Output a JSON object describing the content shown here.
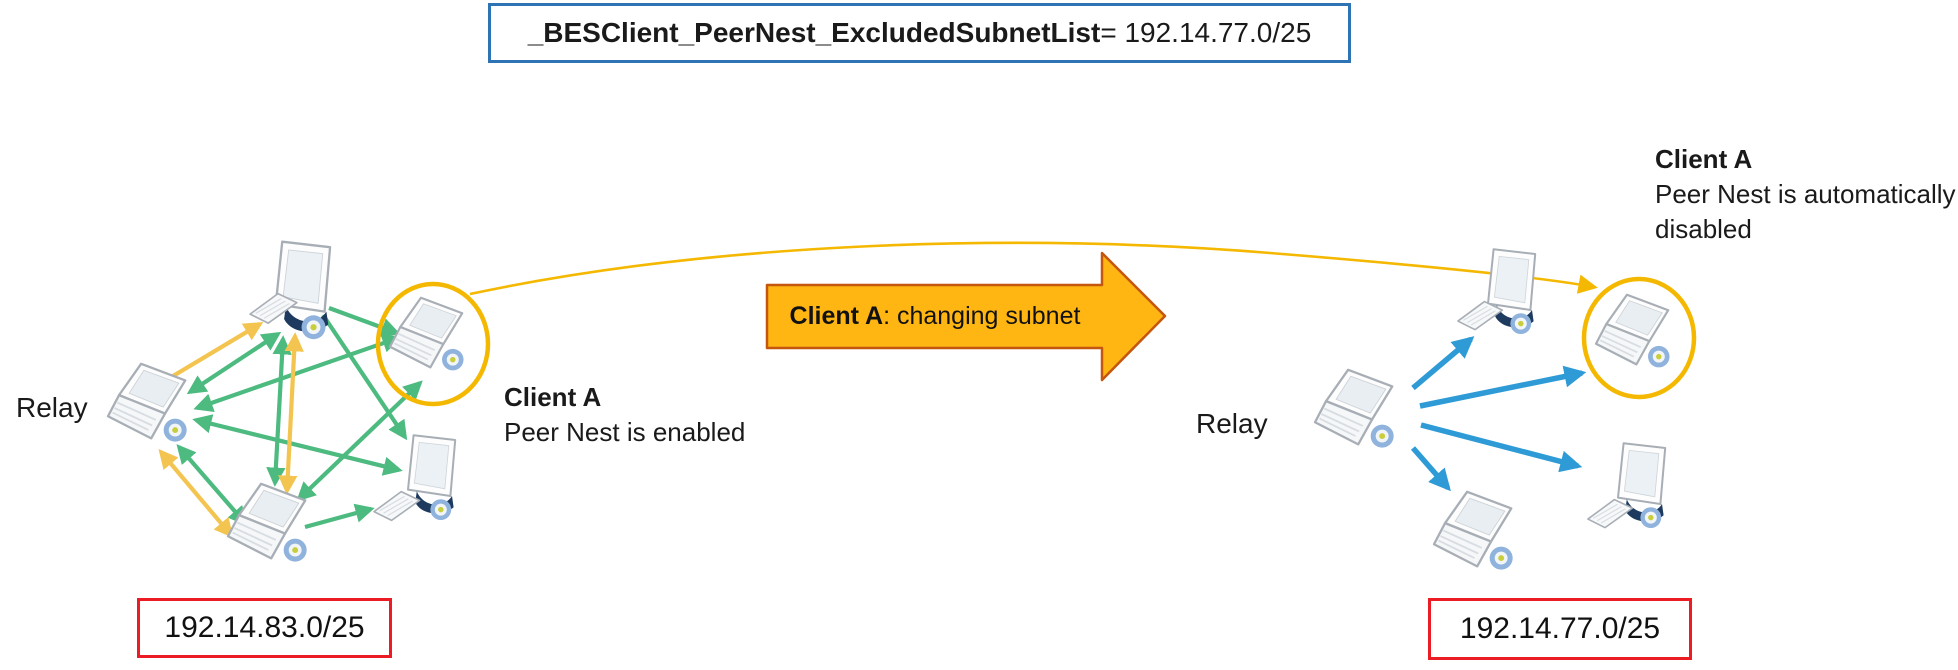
{
  "banner": {
    "setting_name": "_BESClient_PeerNest_ExcludedSubnetList",
    "value_suffix": " = 192.14.77.0/25"
  },
  "transition_arrow": {
    "bold_part": "Client A",
    "rest_part": ": changing subnet"
  },
  "left_cluster": {
    "relay_label": "Relay",
    "client_title": "Client A",
    "client_desc": "Peer Nest is enabled",
    "subnet": "192.14.83.0/25"
  },
  "right_cluster": {
    "relay_label": "Relay",
    "client_title": "Client A",
    "client_desc_line1": "Peer Nest is automatically",
    "client_desc_line2": "disabled",
    "subnet": "192.14.77.0/25"
  },
  "colors": {
    "peer_link_green": "#4DBA80",
    "peer_link_amber": "#F3C44F",
    "relay_link_blue": "#2E9BD6",
    "highlight_gold": "#F5B800",
    "transition_arrow_fill": "#FFB612",
    "transition_arrow_border": "#C4560E",
    "banner_border": "#2E74B5",
    "subnet_box_border": "#EC1C24"
  },
  "icons": {
    "laptop": "laptop-icon",
    "desktop": "desktop-icon",
    "keyboard": "keyboard-icon",
    "client_highlight": "client-highlight-circle",
    "subnet_change_curve": "subnet-change-curve-arrow"
  }
}
